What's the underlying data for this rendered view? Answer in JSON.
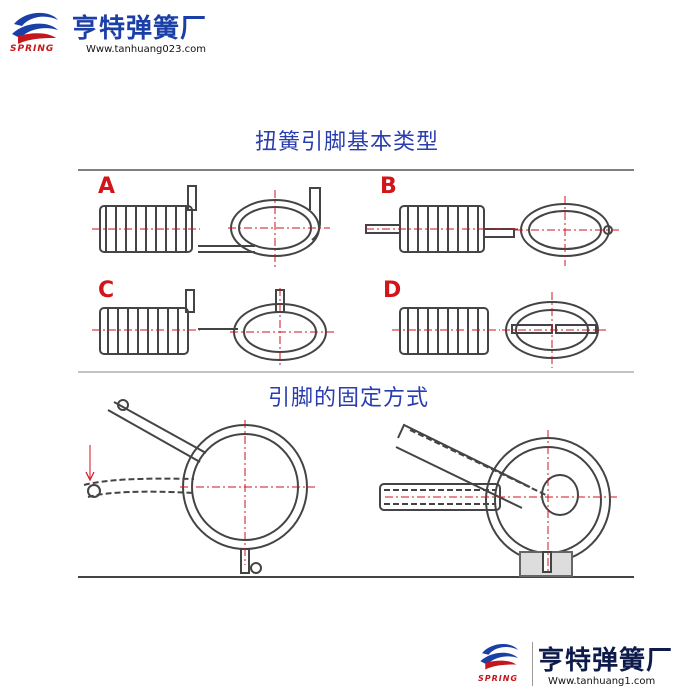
{
  "header": {
    "brand": "亨特弹簧厂",
    "url": "Www.tanhuang023.com",
    "logo_word": "SPRING"
  },
  "footer": {
    "brand": "亨特弹簧厂",
    "url": "Www.tanhuang1.com",
    "logo_word": "SPRING"
  },
  "section1": {
    "title": "扭簧引脚基本类型",
    "labels": [
      "A",
      "B",
      "C",
      "D"
    ]
  },
  "section2": {
    "title": "引脚的固定方式"
  },
  "colors": {
    "brand_blue": "#1a3fa6",
    "title_blue": "#2a3db0",
    "letter_red": "#d2141b",
    "centerline_red": "#d2141b",
    "line": "#444444"
  }
}
